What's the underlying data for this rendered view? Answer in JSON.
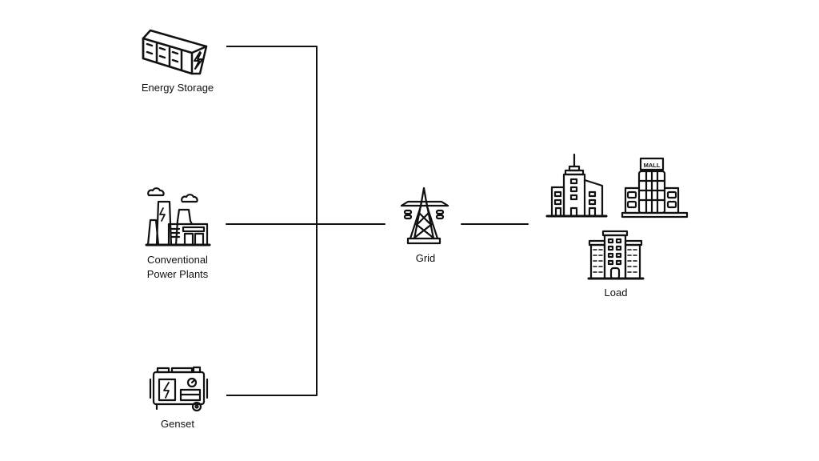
{
  "nodes": {
    "energy_storage": {
      "label": "Energy Storage",
      "icon": "battery-container-icon"
    },
    "conventional": {
      "label_line1": "Conventional",
      "label_line2": "Power Plants",
      "icon": "power-plant-icon"
    },
    "genset": {
      "label": "Genset",
      "icon": "generator-icon"
    },
    "grid": {
      "label": "Grid",
      "icon": "transmission-tower-icon"
    },
    "load": {
      "label": "Load",
      "icon": "buildings-icon",
      "mall_sign": "MALL"
    }
  },
  "colors": {
    "stroke": "#111111",
    "background": "#ffffff"
  }
}
